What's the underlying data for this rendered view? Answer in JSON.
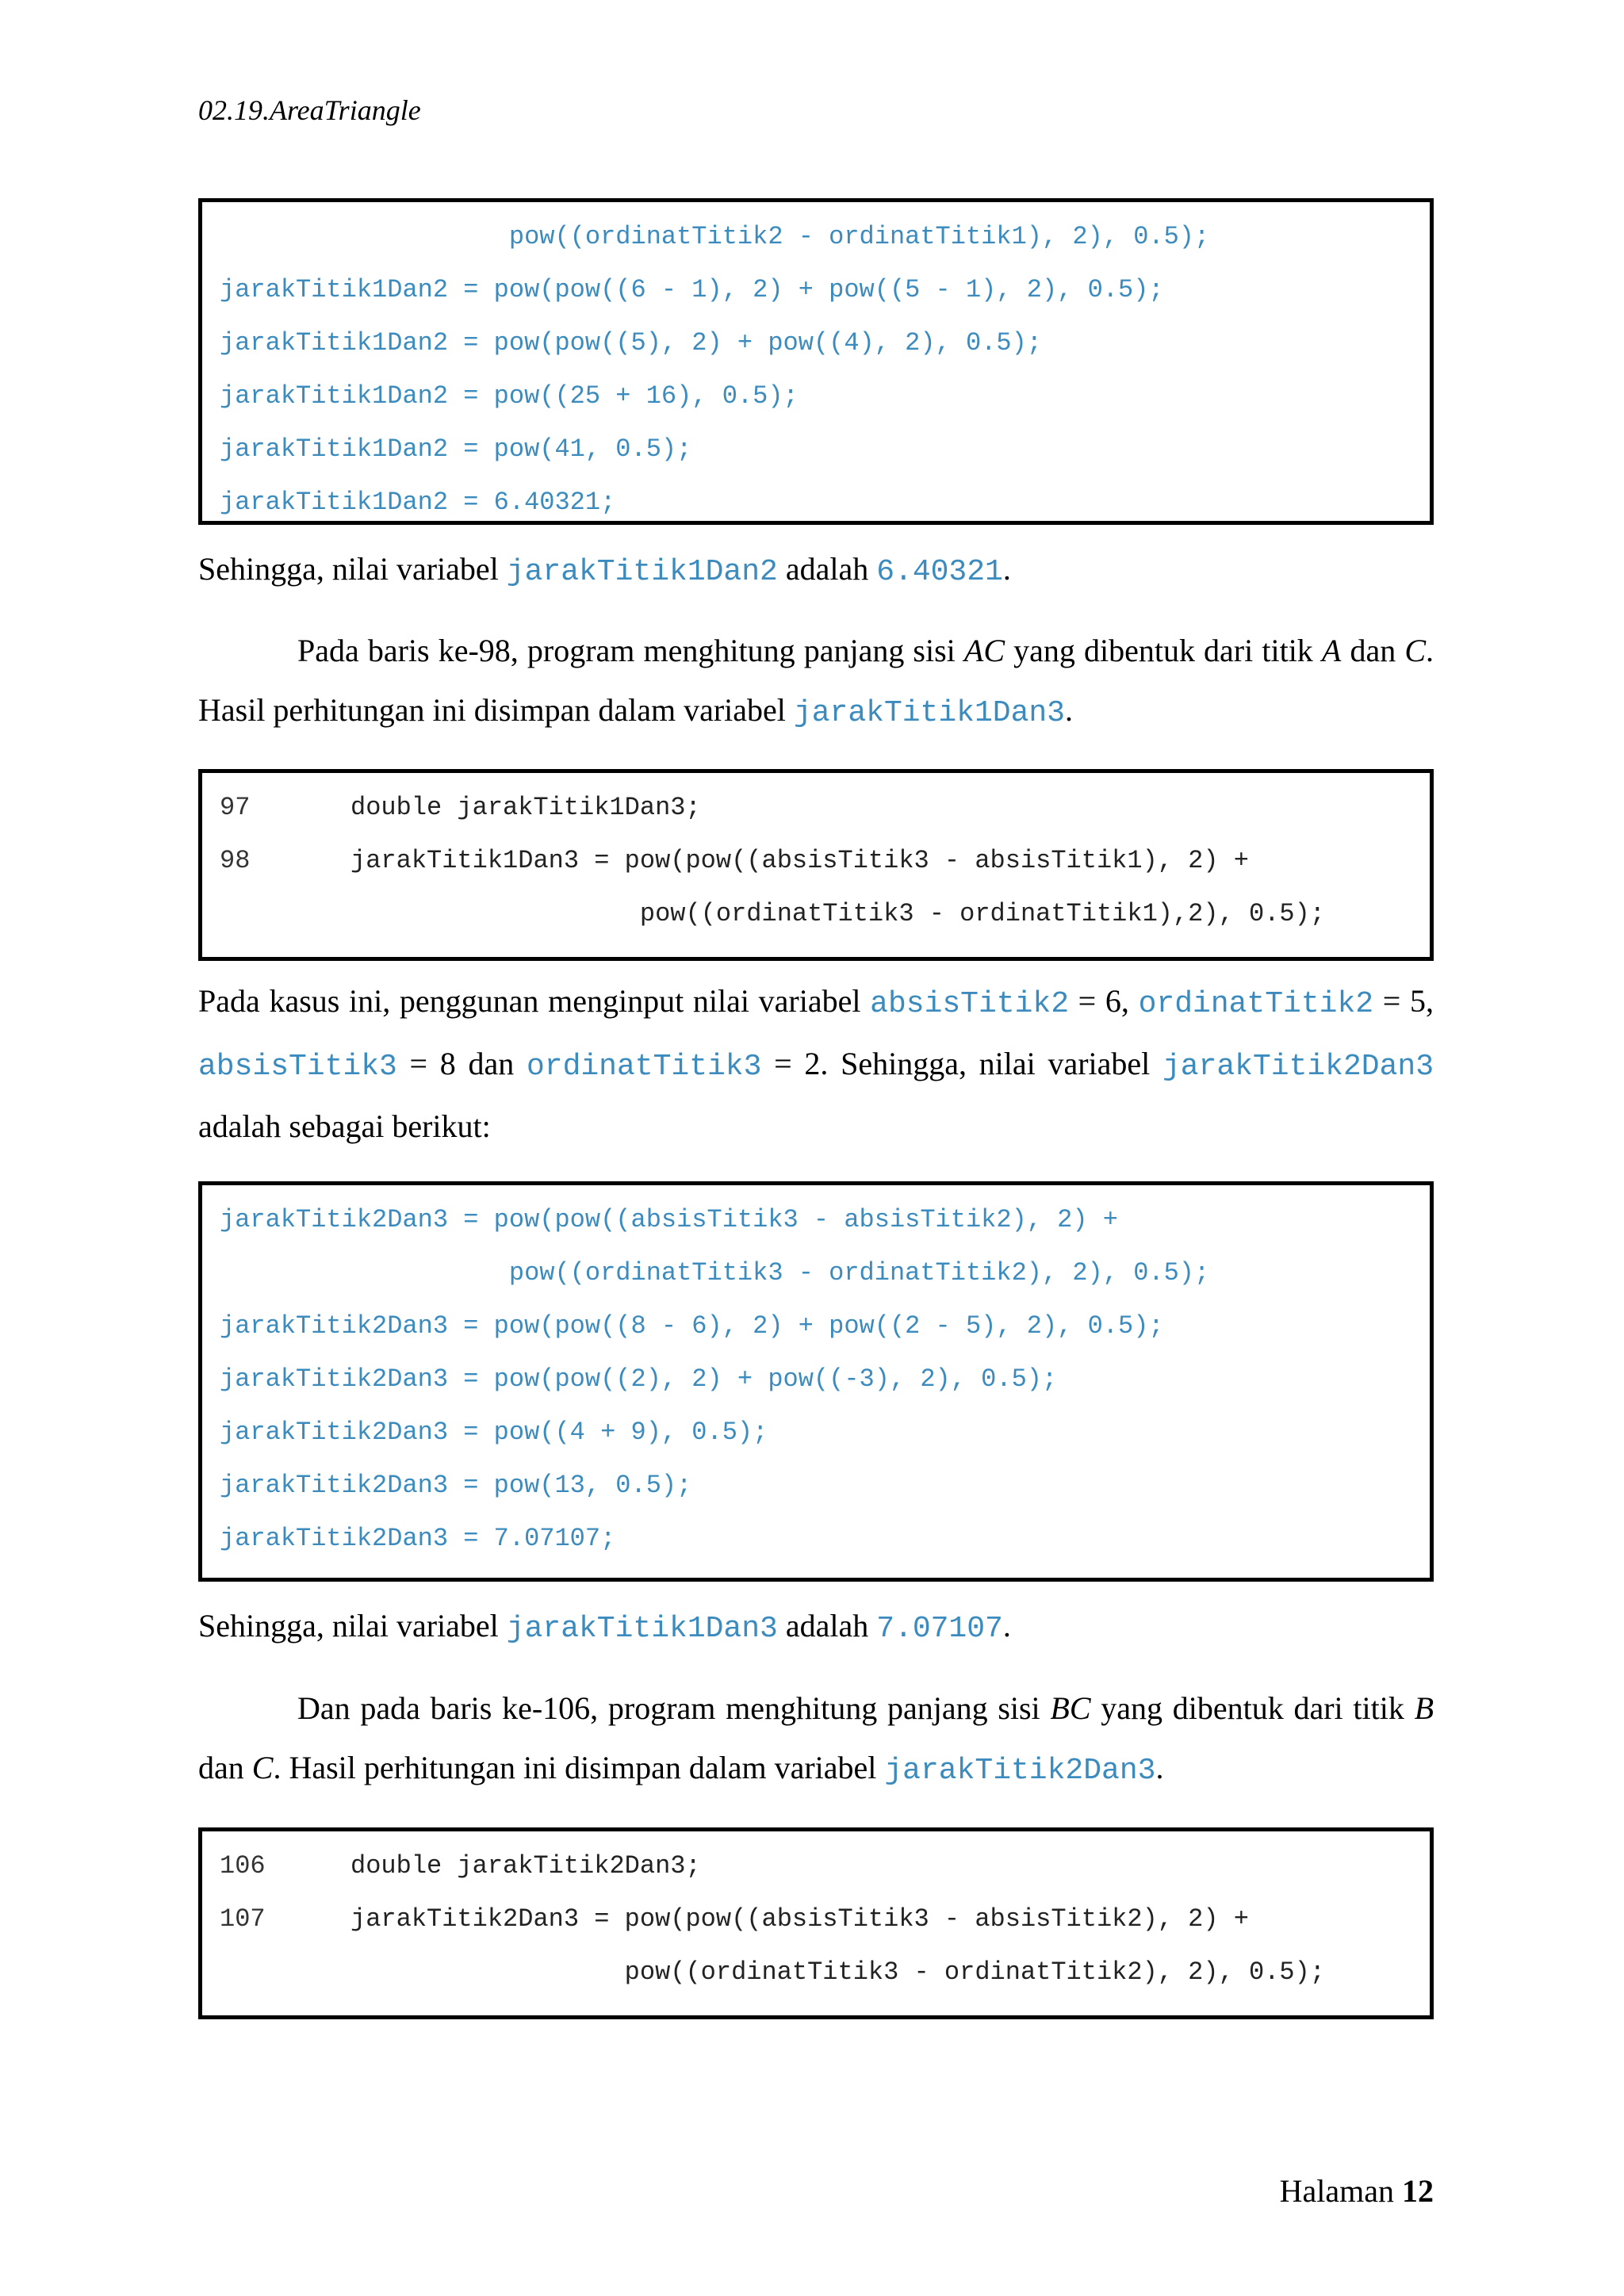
{
  "header": {
    "title": "02.19.AreaTriangle"
  },
  "code_block_1": {
    "lines": [
      "                   pow((ordinatTitik2 - ordinatTitik1), 2), 0.5);",
      "jarakTitik1Dan2 = pow(pow((6 - 1), 2) + pow((5 - 1), 2), 0.5);",
      "jarakTitik1Dan2 = pow(pow((5), 2) + pow((4), 2), 0.5);",
      "jarakTitik1Dan2 = pow((25 + 16), 0.5);",
      "jarakTitik1Dan2 = pow(41, 0.5);",
      "jarakTitik1Dan2 = 6.40321;"
    ]
  },
  "para_1": {
    "prefix": "Sehingga, nilai variabel ",
    "var": "jarakTitik1Dan2",
    "middle": " adalah ",
    "value": "6.40321",
    "suffix": "."
  },
  "para_2": {
    "t1": "Pada baris ke-98, program menghitung panjang sisi ",
    "m1": "AC",
    "t2": " yang dibentuk dari titik ",
    "m2": "A",
    "t3": " dan ",
    "m3": "C",
    "t4": ". Hasil perhitungan ini disimpan dalam variabel ",
    "var": "jarakTitik1Dan3",
    "t5": "."
  },
  "code_block_2": {
    "lines": [
      {
        "num": "97",
        "code": "double jarakTitik1Dan3;"
      },
      {
        "num": "98",
        "code": "jarakTitik1Dan3 = pow(pow((absisTitik3 - absisTitik1), 2) +"
      },
      {
        "num": "",
        "code": "                   pow((ordinatTitik3 - ordinatTitik1),2), 0.5);"
      }
    ]
  },
  "para_3": {
    "t1": "Pada kasus ini, penggunan menginput nilai variabel ",
    "v1": "absisTitik2",
    "t2": " = 6, ",
    "v2": "ordinatTitik2",
    "t3": " = 5, ",
    "v3": "absisTitik3",
    "t4": " = 8 dan ",
    "v4": "ordinatTitik3",
    "t5": " = 2. Sehingga, nilai variabel ",
    "v5": "jarakTitik2Dan3",
    "t6": " adalah sebagai berikut:"
  },
  "code_block_3": {
    "lines": [
      "jarakTitik2Dan3 = pow(pow((absisTitik3 - absisTitik2), 2) +",
      "                   pow((ordinatTitik3 - ordinatTitik2), 2), 0.5);",
      "jarakTitik2Dan3 = pow(pow((8 - 6), 2) + pow((2 - 5), 2), 0.5);",
      "jarakTitik2Dan3 = pow(pow((2), 2) + pow((-3), 2), 0.5);",
      "jarakTitik2Dan3 = pow((4 + 9), 0.5);",
      "jarakTitik2Dan3 = pow(13, 0.5);",
      "jarakTitik2Dan3 = 7.07107;"
    ]
  },
  "para_4": {
    "prefix": "Sehingga, nilai variabel ",
    "var": "jarakTitik1Dan3",
    "middle": " adalah ",
    "value": "7.07107",
    "suffix": "."
  },
  "para_5": {
    "t1": "Dan pada baris ke-106, program menghitung panjang sisi ",
    "m1": "BC",
    "t2": " yang dibentuk dari titik ",
    "m2": "B",
    "t3": " dan ",
    "m3": "C",
    "t4": ". Hasil perhitungan ini disimpan dalam variabel ",
    "var": "jarakTitik2Dan3",
    "t5": "."
  },
  "code_block_4": {
    "lines": [
      {
        "num": "106",
        "code": "double jarakTitik2Dan3;"
      },
      {
        "num": "107",
        "code": "jarakTitik2Dan3 = pow(pow((absisTitik3 - absisTitik2), 2) +"
      },
      {
        "num": "",
        "code": "                  pow((ordinatTitik3 - ordinatTitik2), 2), 0.5);"
      }
    ]
  },
  "footer": {
    "label": "Halaman",
    "page": "12"
  }
}
